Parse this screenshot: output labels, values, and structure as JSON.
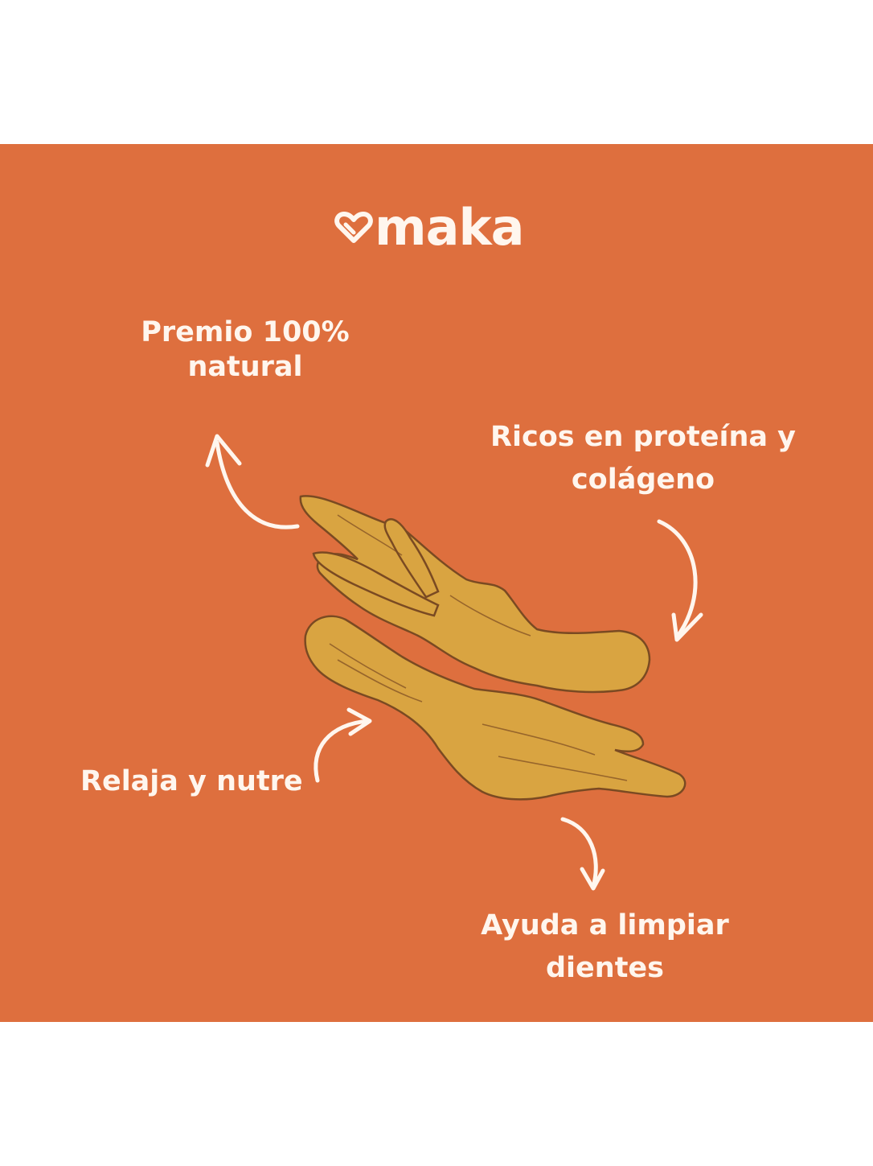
{
  "colors": {
    "background": "#DE6F3E",
    "page": "#FFFFFF",
    "text": "#FFF6EE",
    "treat": "#D9A441",
    "treat_light": "#EFC766",
    "treat_outline": "#7A4A22"
  },
  "brand": {
    "name": "maka",
    "icon": "heart-icon"
  },
  "benefits": [
    {
      "lines": [
        "Premio 100%",
        "natural"
      ]
    },
    {
      "lines": [
        "Ricos en proteína y",
        "colágeno"
      ]
    },
    {
      "lines": [
        "Relaja y nutre"
      ]
    },
    {
      "lines": [
        "Ayuda a  limpiar",
        "dientes"
      ]
    }
  ],
  "icons": [
    "curved-arrow-icon",
    "chicken-feet-illustration"
  ]
}
